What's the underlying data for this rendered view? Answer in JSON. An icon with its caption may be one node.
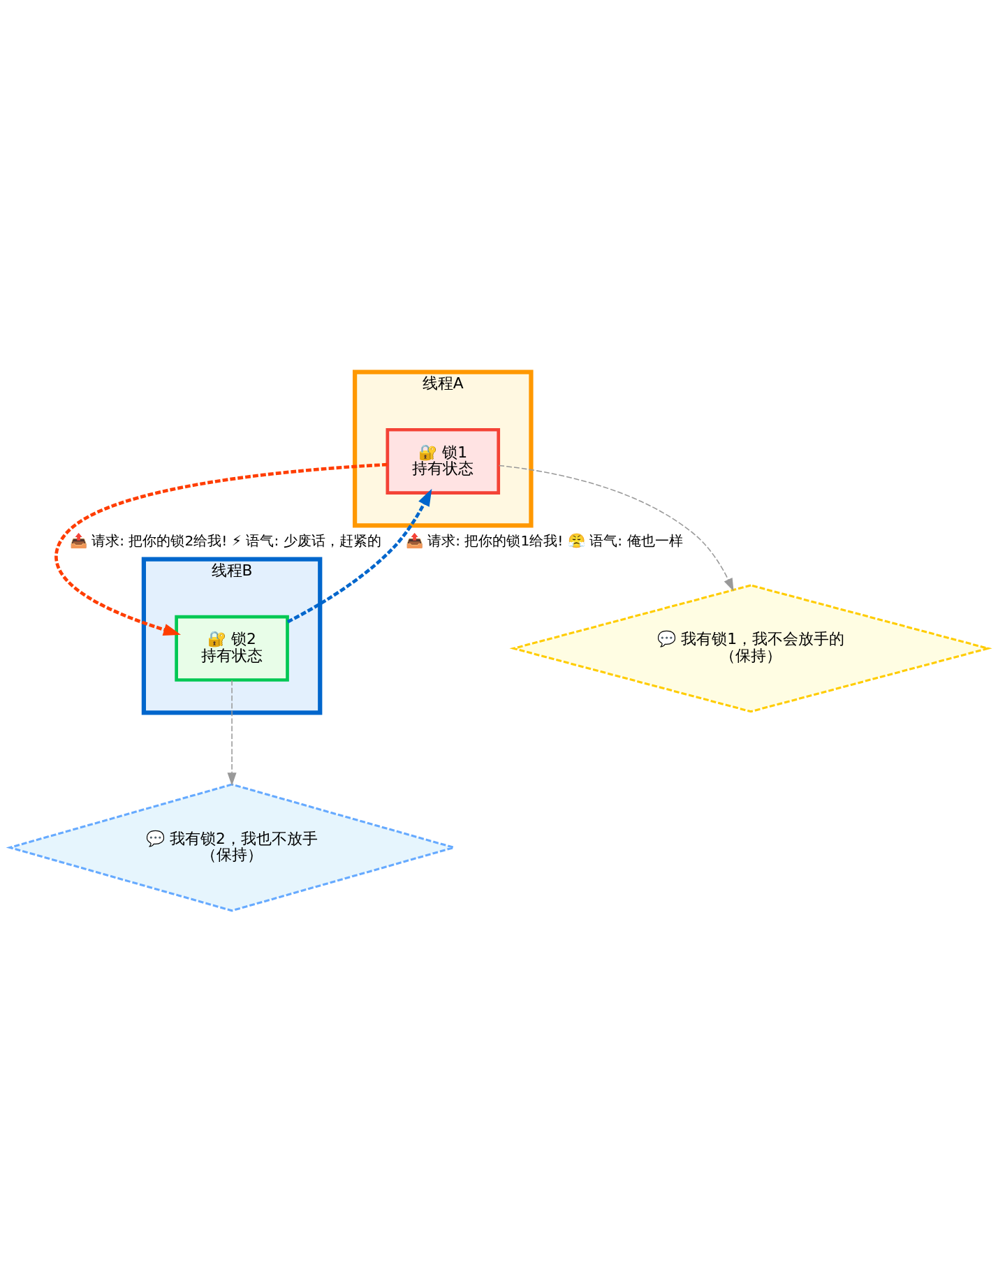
{
  "diagram": {
    "nodes": [
      {
        "text": [
          "线程A"
        ]
      },
      {
        "text": [
          "🔐 锁1",
          "持有状态"
        ],
        "in": 0
      },
      {
        "text": [
          "线程B"
        ]
      },
      {
        "text": [
          "🔐 锁2",
          "持有状态"
        ],
        "in": 2
      },
      {
        "text": [
          "💬 我有锁1，我不会放手的",
          "（保持）"
        ]
      },
      {
        "text": [
          "💬 我有锁2，我也不放手",
          "（保持）"
        ]
      }
    ],
    "edges": [
      {
        "from": 1,
        "to": 3,
        "arrow": "to",
        "style": "dashed",
        "color": "#ff3d00",
        "label": "📤 请求: 把你的锁2给我! ⚡ 语气: 少废话，赶紧的"
      },
      {
        "from": 3,
        "to": 1,
        "arrow": "to",
        "style": "dashed",
        "color": "#0066cc",
        "label": "📤 请求: 把你的锁1给我! 😤 语气: 俺也一样"
      },
      {
        "from": 1,
        "to": 4,
        "arrow": "to",
        "style": "dashed"
      },
      {
        "from": 3,
        "to": 5,
        "arrow": "to",
        "style": "dashed"
      }
    ]
  }
}
